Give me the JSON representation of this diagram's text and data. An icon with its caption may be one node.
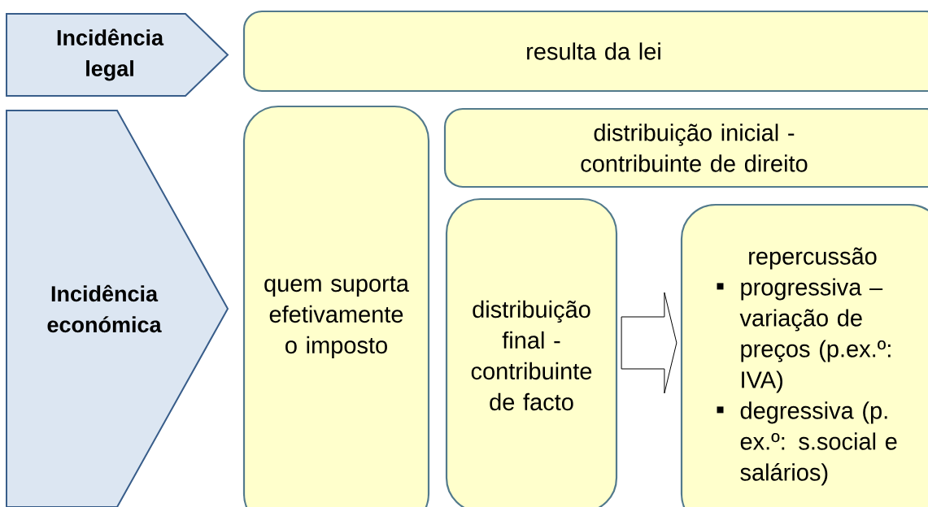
{
  "diagram": {
    "nodes": [
      {
        "text": [
          "Incidência legal"
        ]
      },
      {
        "text": [
          "resulta da lei"
        ]
      },
      {
        "text": [
          "Incidência económica"
        ]
      },
      {
        "text": [
          "quem suporta efetivamente o imposto"
        ]
      },
      {
        "text": [
          "distribuição inicial - contribuinte de direito"
        ]
      },
      {
        "text": [
          "distribuição final - contribuinte de facto"
        ]
      },
      {
        "text": [
          "repercussão",
          "progressiva – variação de preços (p.ex.º: IVA)",
          "degressiva (p. ex.º: s.social e salários)"
        ]
      }
    ],
    "edges": [
      {
        "from": 5,
        "to": 6,
        "arrow": "to"
      }
    ]
  }
}
